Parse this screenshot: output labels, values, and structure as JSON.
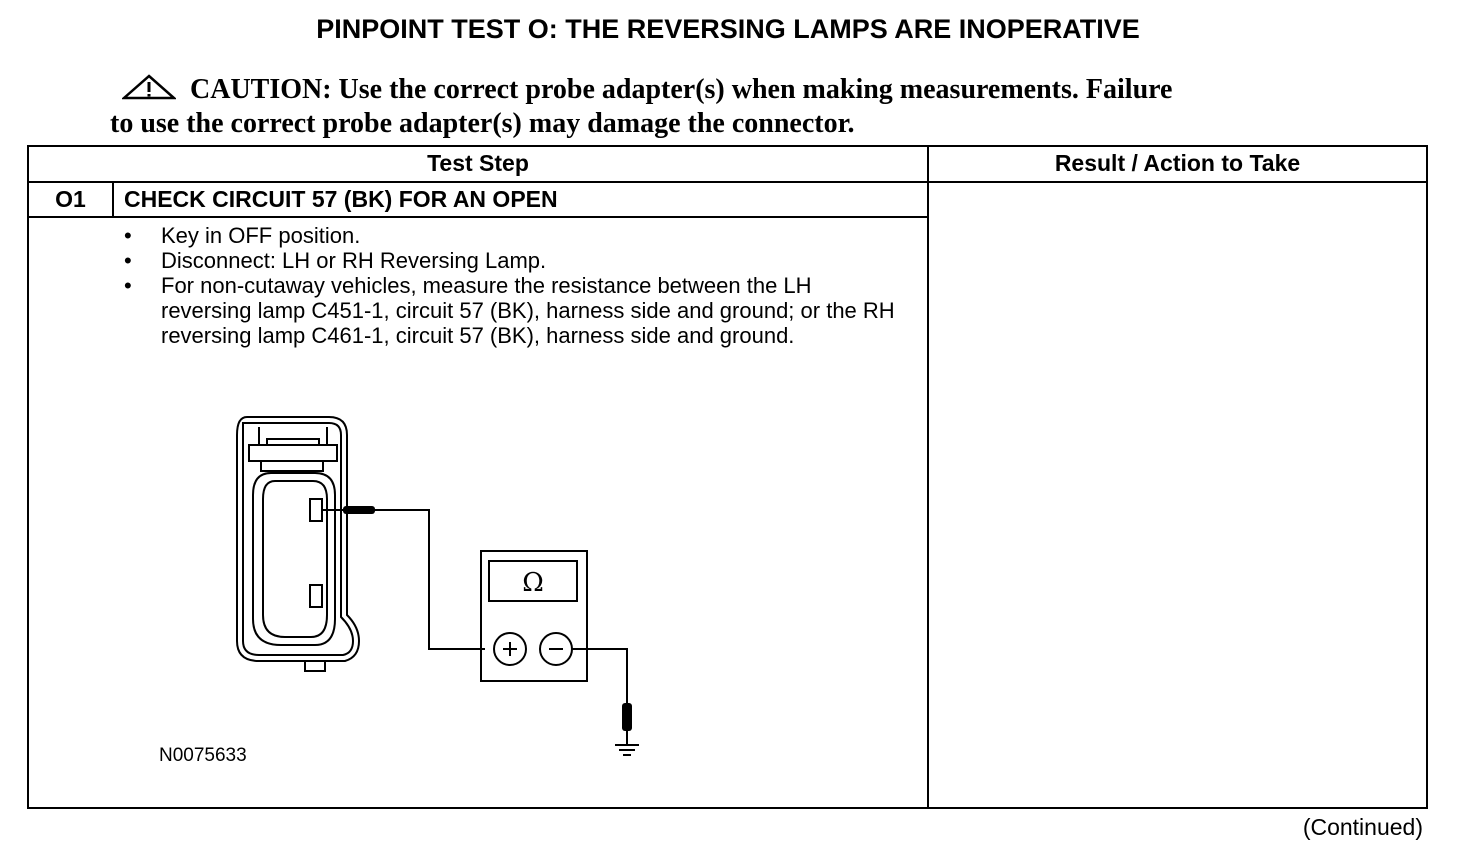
{
  "title": "PINPOINT TEST  O: THE REVERSING LAMPS ARE INOPERATIVE",
  "caution": {
    "icon": "warning-triangle-icon",
    "line1": "CAUTION: Use the correct probe adapter(s) when making measurements. Failure",
    "line2": "to use the correct probe adapter(s) may damage the connector."
  },
  "table": {
    "header_test_step": "Test Step",
    "header_result": "Result / Action to Take",
    "step": {
      "id": "O1",
      "title": "CHECK CIRCUIT 57 (BK) FOR AN OPEN",
      "bullets": [
        "Key in OFF position.",
        "Disconnect: LH or RH Reversing Lamp.",
        "For non-cutaway vehicles, measure the resistance between the LH reversing lamp C451-1, circuit 57 (BK), harness side and ground; or the RH reversing lamp C461-1, circuit 57 (BK), harness side and ground."
      ]
    },
    "figure": {
      "meter_symbol": "Ω",
      "id": "N0075633"
    }
  },
  "footer": {
    "continued": "(Continued)"
  }
}
